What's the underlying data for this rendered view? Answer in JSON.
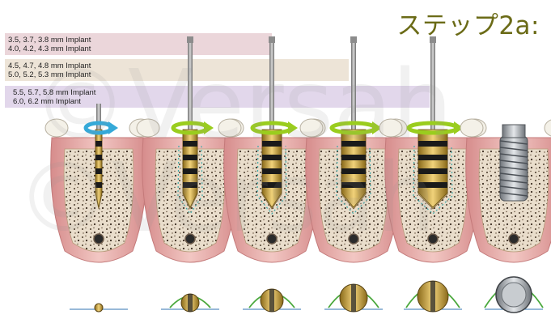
{
  "header": {
    "step_label": "ステップ2a:"
  },
  "implant_bands": [
    {
      "line1": "3.5, 3.7, 3.8 mm Implant",
      "line2": "4.0, 4.2, 4.3 mm Implant",
      "color": "#e8cfd3"
    },
    {
      "line1": "4.5, 4.7, 4.8 mm Implant",
      "line2": "5.0, 5.2, 5.3 mm Implant",
      "color": "#eadfd0"
    },
    {
      "line1": "5.5, 5.7, 5.8 mm Implant",
      "line2": "6.0, 6.2 mm Implant",
      "color": "#ddd0e8"
    }
  ],
  "watermark": {
    "text": "©Versah"
  },
  "colors": {
    "gum": "#e9b3b0",
    "gum_dark": "#c47a7a",
    "bone": "#e8dccb",
    "shank": "#9a9a9a",
    "gold": "#c9a43a",
    "band_black": "#1a1a1a",
    "arrow_green": "#9acd1e",
    "arrow_blue": "#35a9d8",
    "ridge_green": "#4aa83c",
    "baseline_blue": "#5a8fc0"
  },
  "icons": [
    "rotation-arrow-icon",
    "bur-icon",
    "implant-icon"
  ]
}
